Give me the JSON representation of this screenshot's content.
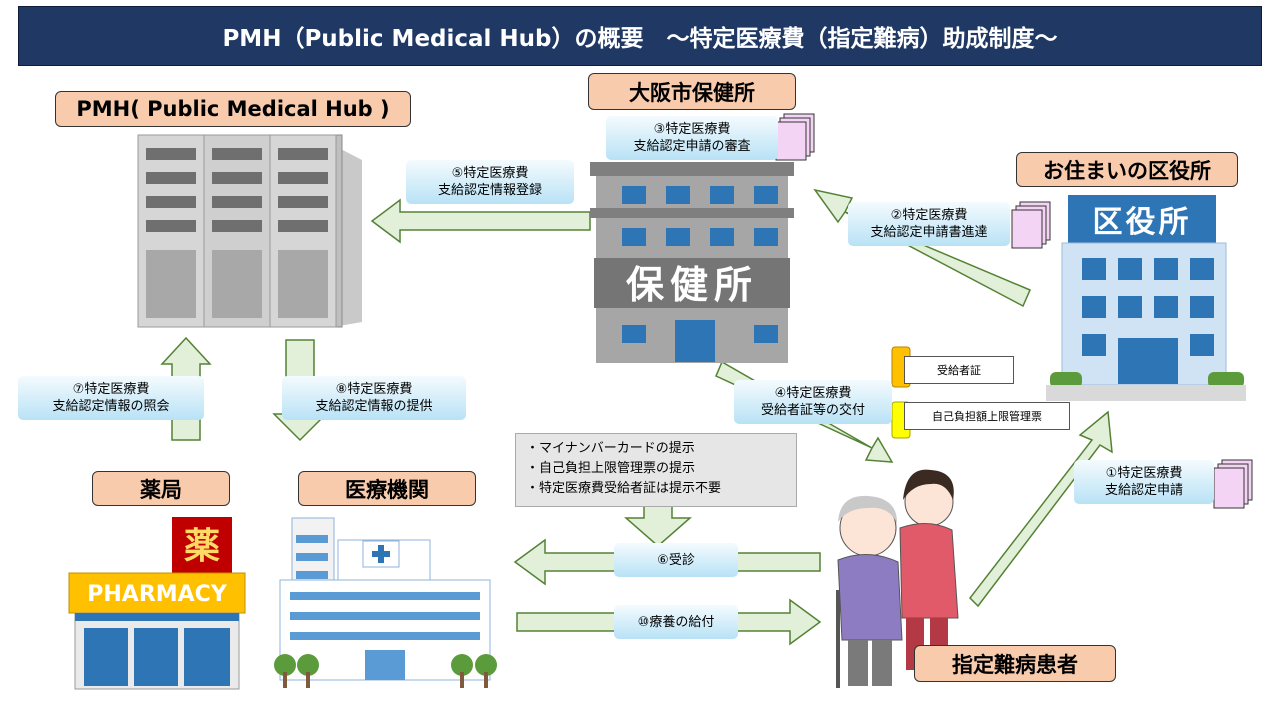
{
  "title": "PMH（Public Medical Hub）の概要　～特定医療費（指定難病）助成制度～",
  "labels": {
    "pmh": "PMH( Public Medical Hub )",
    "health_center": "大阪市保健所",
    "ward_office": "お住まいの区役所",
    "pharmacy": "薬局",
    "medical_institution": "医療機関",
    "patient": "指定難病患者"
  },
  "building_signs": {
    "health_center": "保健所",
    "ward_office": "区役所",
    "pharmacy_kanji": "薬",
    "pharmacy": "PHARMACY"
  },
  "steps": {
    "s1": [
      "①特定医療費",
      "支給認定申請"
    ],
    "s2": [
      "②特定医療費",
      "支給認定申請書進達"
    ],
    "s3": [
      "③特定医療費",
      "支給認定申請の審査"
    ],
    "s4": [
      "④特定医療費",
      "受給者証等の交付"
    ],
    "s5": [
      "⑤特定医療費",
      "支給認定情報登録"
    ],
    "s6": [
      "⑥受診"
    ],
    "s7": [
      "⑦特定医療費",
      "支給認定情報の照会"
    ],
    "s8": [
      "⑧特定医療費",
      "支給認定情報の提供"
    ],
    "s10": [
      "⑩療養の給付"
    ]
  },
  "slips": {
    "certificate": "受給者証",
    "self_pay": "自己負担額上限管理票"
  },
  "notes": [
    "・マイナンバーカードの提示",
    "・自己負担上限管理票の提示",
    "・特定医療費受給者証は提示不要"
  ],
  "colors": {
    "title_bg": "#1f3864",
    "label_bg": "#f8cbad",
    "arrow_fill": "#e2f0d9",
    "arrow_stroke": "#548235",
    "step_bg": "#b8e2f6"
  }
}
